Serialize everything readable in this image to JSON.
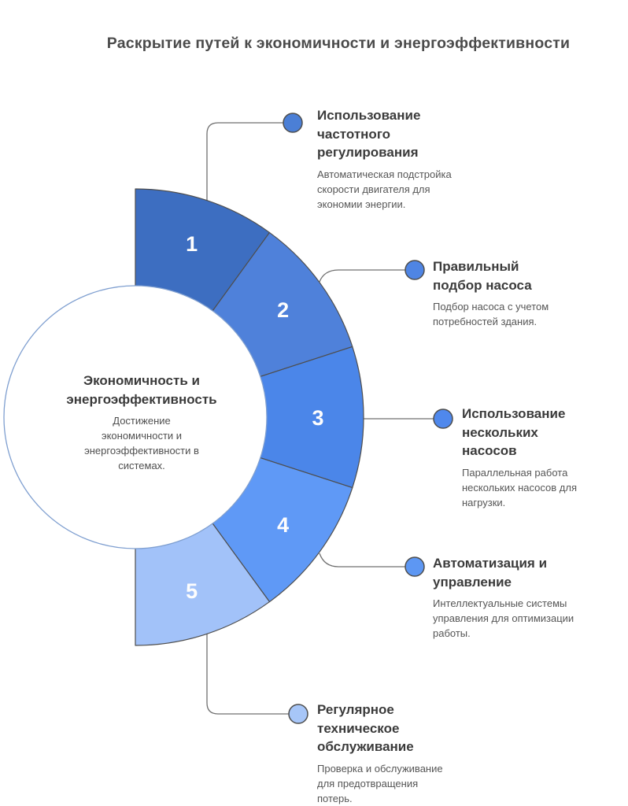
{
  "title": "Раскрытие путей к экономичности и энергоэффективности",
  "center": {
    "heading": "Экономичность и\nэнергоэффективность",
    "description": "Достижение\nэкономичности и\nэнергоэффективности в\nсистемах."
  },
  "colors": {
    "outline": "#4e4e4e",
    "connector": "#6f6f6f",
    "center_circle_border": "#7f9fd0",
    "number_text": "#fdfdfd"
  },
  "steps": [
    {
      "number": "1",
      "heading": "Использование\nчастотного\nрегулирования",
      "description": "Автоматическая подстройка\nскорости двигателя для\nэкономии энергии.",
      "segment_color": "#3d6ec1",
      "dot_color": "#4b7fd6"
    },
    {
      "number": "2",
      "heading": "Правильный\nподбор насоса",
      "description": "Подбор насоса с учетом\nпотребностей здания.",
      "segment_color": "#4f81da",
      "dot_color": "#4f85e4"
    },
    {
      "number": "3",
      "heading": "Использование\nнескольких\nнасосов",
      "description": "Параллельная работа\nнескольких насосов для\nнагрузки.",
      "segment_color": "#4b86e9",
      "dot_color": "#4f88ec"
    },
    {
      "number": "4",
      "heading": "Автоматизация и\nуправление",
      "description": "Интеллектуальные системы\nуправления для оптимизации\nработы.",
      "segment_color": "#5f99f6",
      "dot_color": "#5d97f3"
    },
    {
      "number": "5",
      "heading": "Регулярное\nтехническое\nобслуживание",
      "description": "Проверка и обслуживание\nдля предотвращения\nпотерь.",
      "segment_color": "#a2c2f9",
      "dot_color": "#a7c6f8"
    }
  ]
}
